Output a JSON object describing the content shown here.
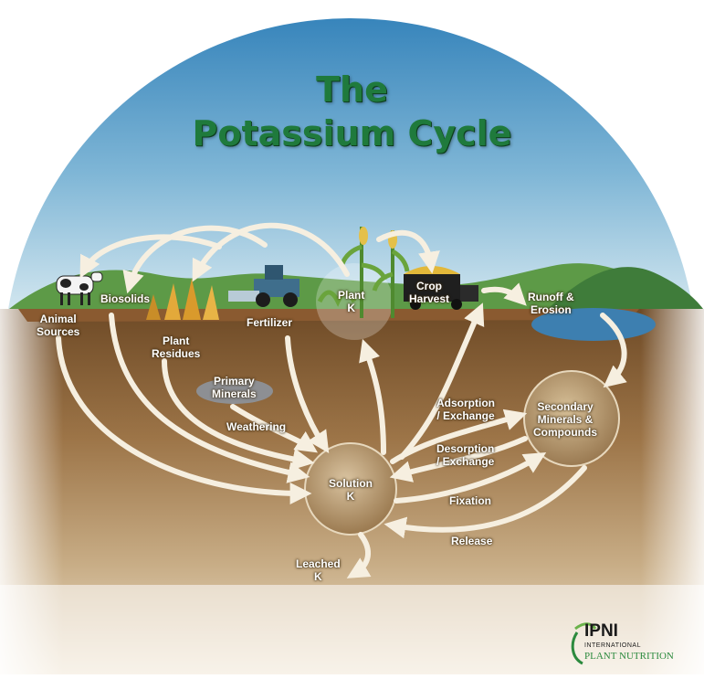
{
  "title": {
    "line1": "The",
    "line2": "Potassium Cycle"
  },
  "labels": {
    "animal_sources": [
      "Animal",
      "Sources"
    ],
    "biosolids": "Biosolids",
    "plant_residues": [
      "Plant",
      "Residues"
    ],
    "fertilizer": "Fertilizer",
    "plant_k": [
      "Plant",
      "K"
    ],
    "crop_harvest": [
      "Crop",
      "Harvest"
    ],
    "runoff_erosion": [
      "Runoff &",
      "Erosion"
    ],
    "primary_minerals": [
      "Primary",
      "Minerals"
    ],
    "weathering": "Weathering",
    "adsorption": [
      "Adsorption",
      "/ Exchange"
    ],
    "secondary_minerals": [
      "Secondary",
      "Minerals &",
      "Compounds"
    ],
    "desorption": [
      "Desorption",
      "/ Exchange"
    ],
    "solution_k": [
      "Solution",
      "K"
    ],
    "fixation": "Fixation",
    "release": "Release",
    "leached_k": [
      "Leached",
      "K"
    ]
  },
  "logo": {
    "name": "IPNI",
    "line1": "INTERNATIONAL",
    "line2": "PLANT NUTRITION"
  },
  "colors": {
    "sky_top": "#2f7fb8",
    "sky_bottom": "#cfe4ee",
    "soil_top": "#7a5530",
    "soil_bottom": "#e8d8bd",
    "title_green": "#1f7a3c",
    "arrow": "#f6efe0",
    "hill": "#4e8f3e",
    "water": "#3d7fb0"
  },
  "icons": [
    "cow-icon",
    "tractor-icon",
    "corn-plant-icon",
    "harvest-truck-icon",
    "crop-residue-icon",
    "mineral-rock-icon"
  ]
}
